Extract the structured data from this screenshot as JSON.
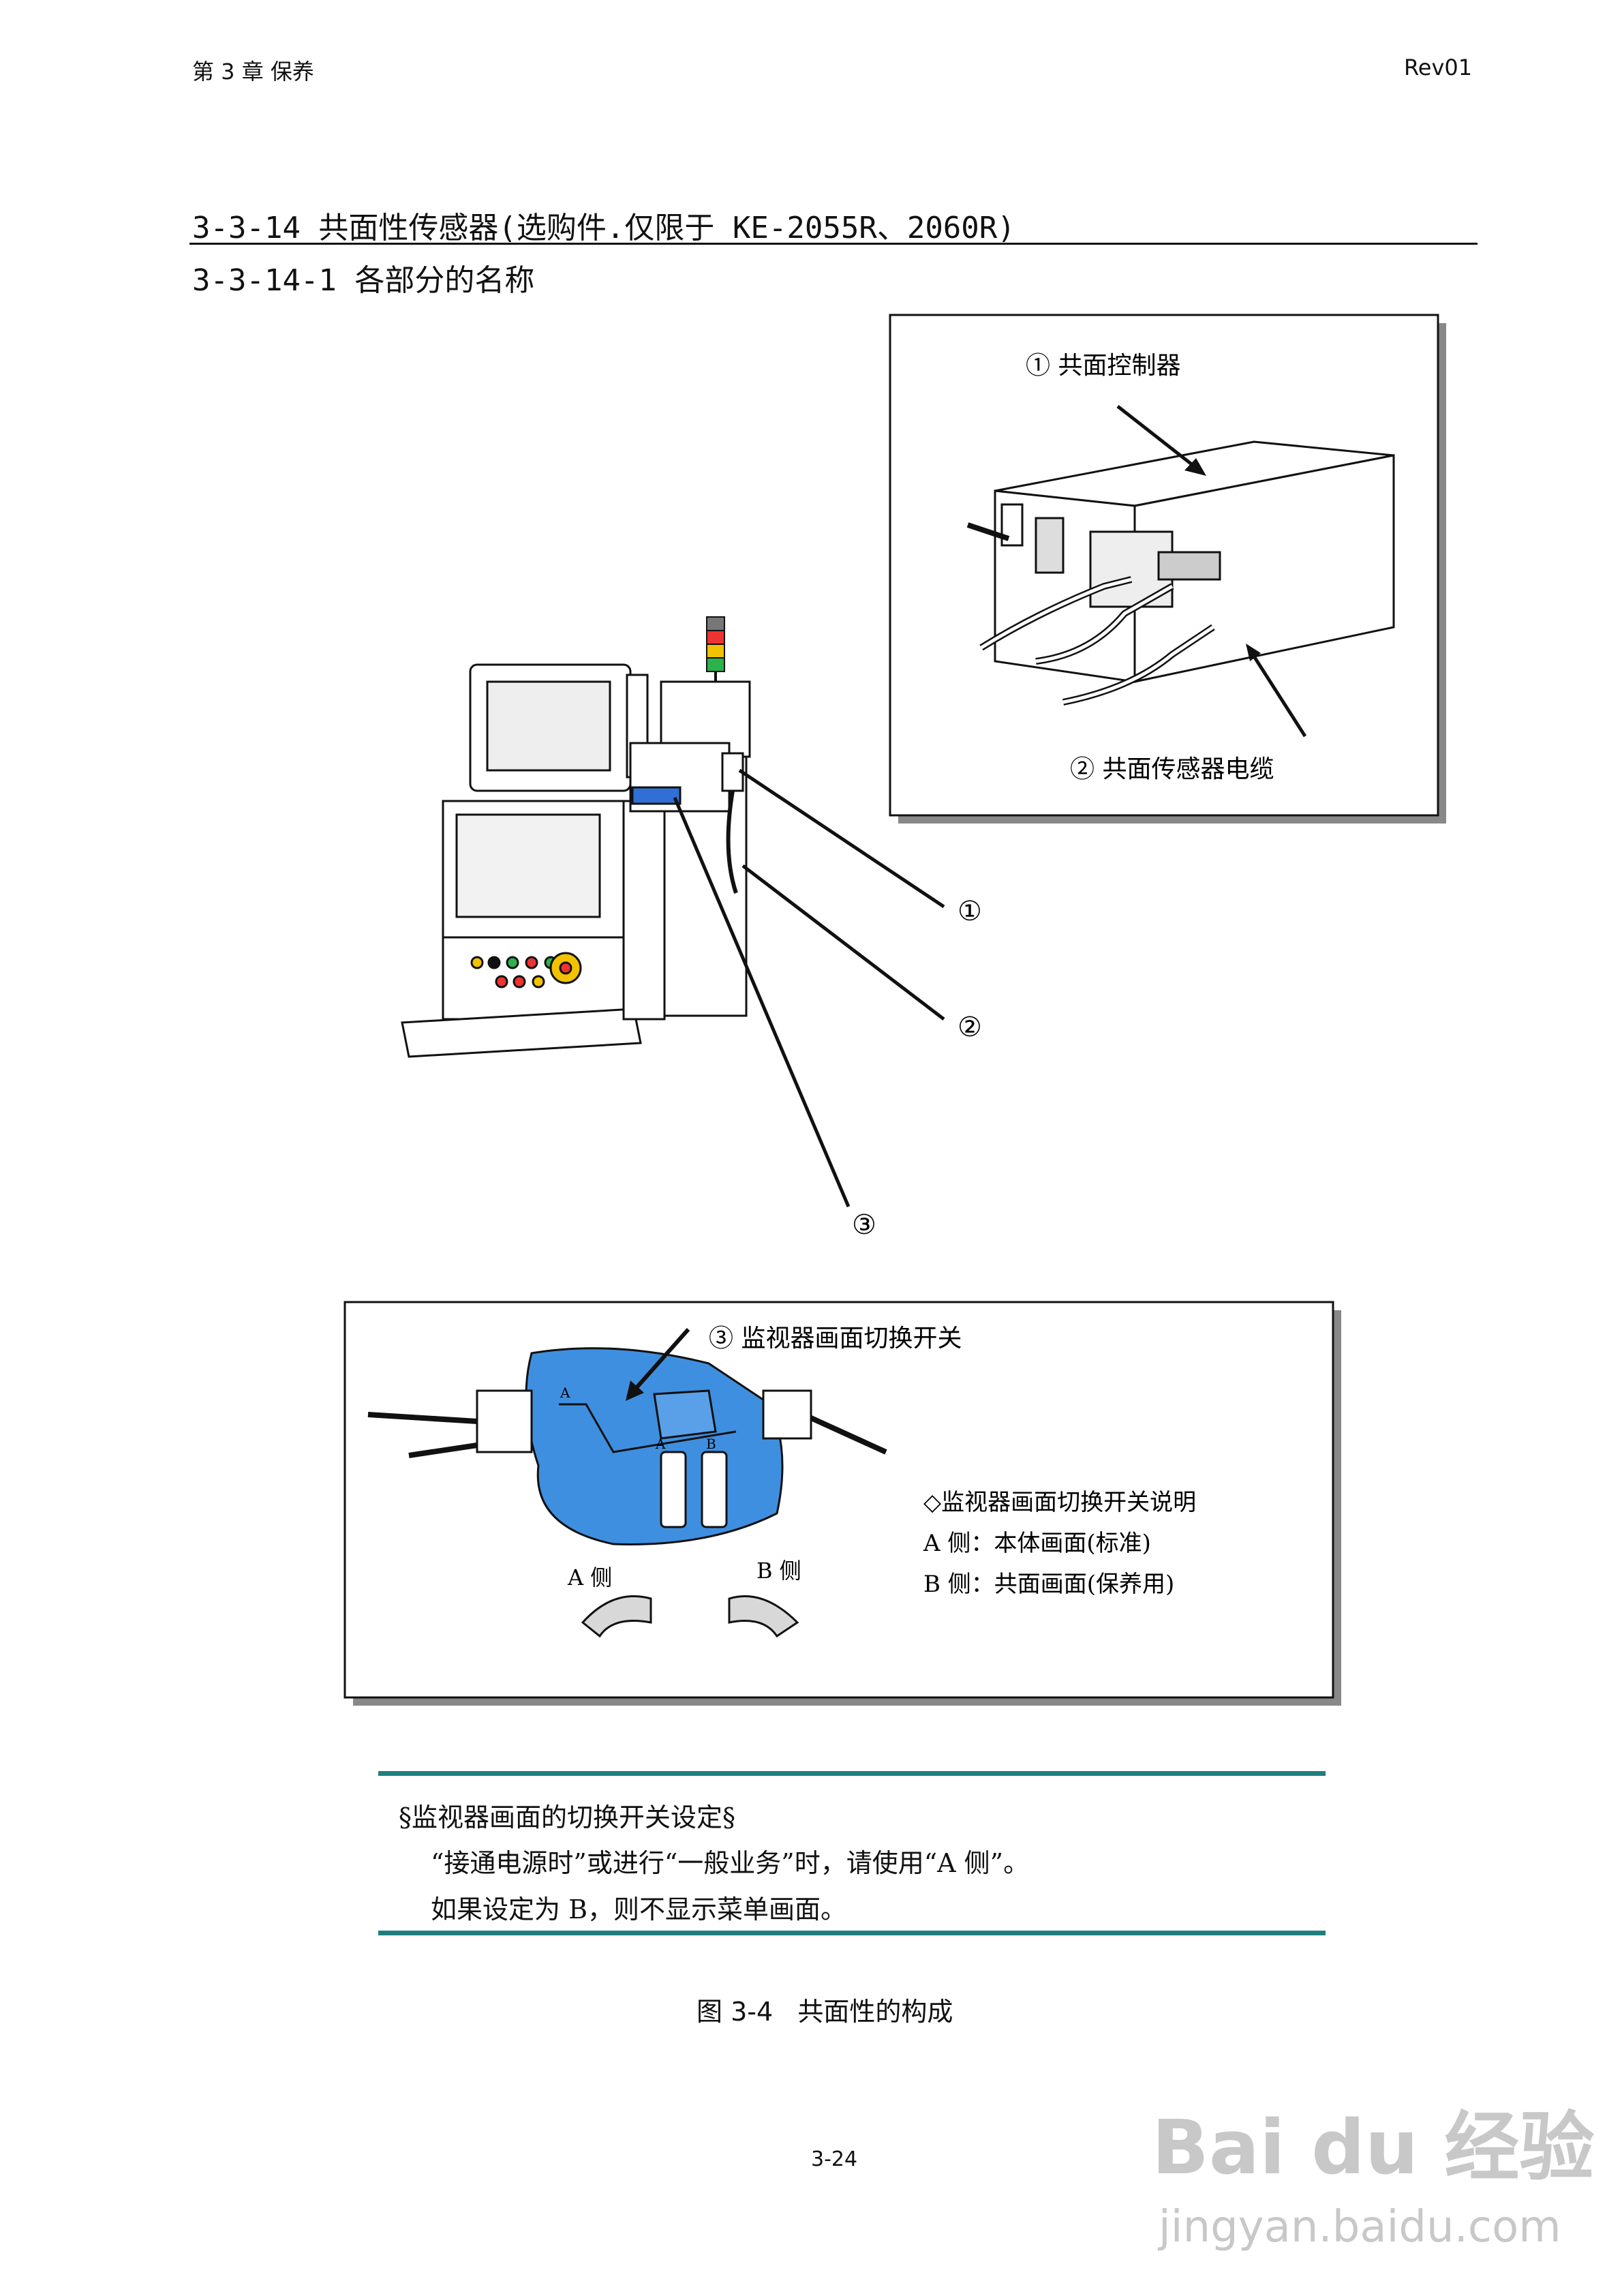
{
  "header": {
    "chapter": "第 3 章  保养",
    "revision": "Rev01"
  },
  "section": {
    "heading": "3-3-14 共面性传感器(选购件.仅限于 KE-2055R、2060R)",
    "subheading": "3-3-14-1 各部分的名称"
  },
  "figure_top": {
    "controller_label": "① 共面控制器",
    "cable_label": "② 共面传感器电缆",
    "callout_1": "①",
    "callout_2": "②",
    "callout_3": "③"
  },
  "figure_switch": {
    "switch_label": "③ 监视器画面切换开关",
    "side_a": "A 侧",
    "side_b": "B 侧",
    "mark_a1": "A",
    "mark_a2": "A",
    "mark_b": "B",
    "explain_title": "◇监视器画面切换开关说明",
    "explain_a": "A 侧：本体画面(标准)",
    "explain_b": "B 侧：共面画面(保养用)"
  },
  "note": {
    "title": "§监视器画面的切换开关设定§",
    "line1": "“接通电源时”或进行“一般业务”时，请使用“A 侧”。",
    "line2": "如果设定为 B，则不显示菜单画面。"
  },
  "caption": "图 3-4   共面性的构成",
  "page_number": "3-24",
  "watermark": {
    "brand": "Bai du 经验",
    "url": "jingyan.baidu.com"
  },
  "colors": {
    "accent_line": "#1f7f80",
    "switch_body": "#3f8fe0",
    "signal_red": "#e33",
    "signal_yellow": "#f2c200",
    "signal_green": "#2bb24c"
  }
}
